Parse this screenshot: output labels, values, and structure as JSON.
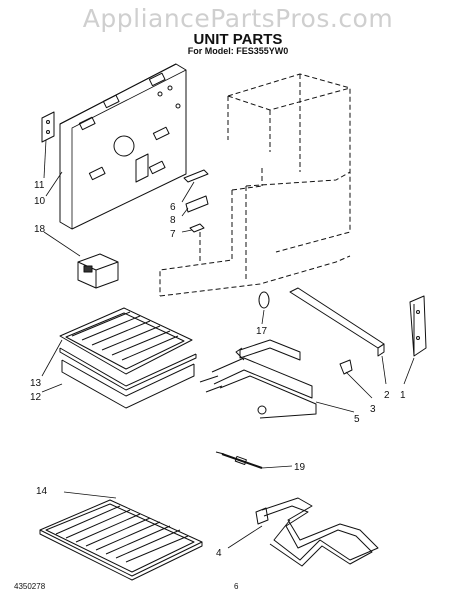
{
  "header": {
    "watermark": "AppliancePartsPros.com",
    "title": "UNIT PARTS",
    "model_line": "For Model: FES355YW0"
  },
  "footer": {
    "doc_number": "4350278",
    "page_number": "6"
  },
  "callouts": {
    "c11": "11",
    "c10": "10",
    "c6": "6",
    "c8": "8",
    "c7": "7",
    "c18": "18",
    "c17": "17",
    "c13": "13",
    "c12": "12",
    "c1": "1",
    "c2": "2",
    "c3": "3",
    "c5": "5",
    "c19": "19",
    "c14": "14",
    "c4": "4"
  }
}
